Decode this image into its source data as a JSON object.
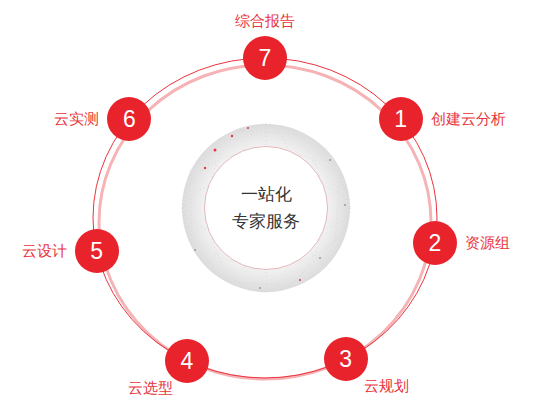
{
  "diagram": {
    "nodes": [
      {
        "text": [
          "一站化 专家服务"
        ]
      },
      {
        "text": [
          "1",
          "创建云分析"
        ]
      },
      {
        "text": [
          "2",
          "资源组"
        ]
      },
      {
        "text": [
          "3",
          "云规划"
        ]
      },
      {
        "text": [
          "4",
          "云选型"
        ]
      },
      {
        "text": [
          "5",
          "云设计"
        ]
      },
      {
        "text": [
          "6",
          "云实测"
        ]
      },
      {
        "text": [
          "7",
          "综合报告"
        ]
      }
    ]
  }
}
